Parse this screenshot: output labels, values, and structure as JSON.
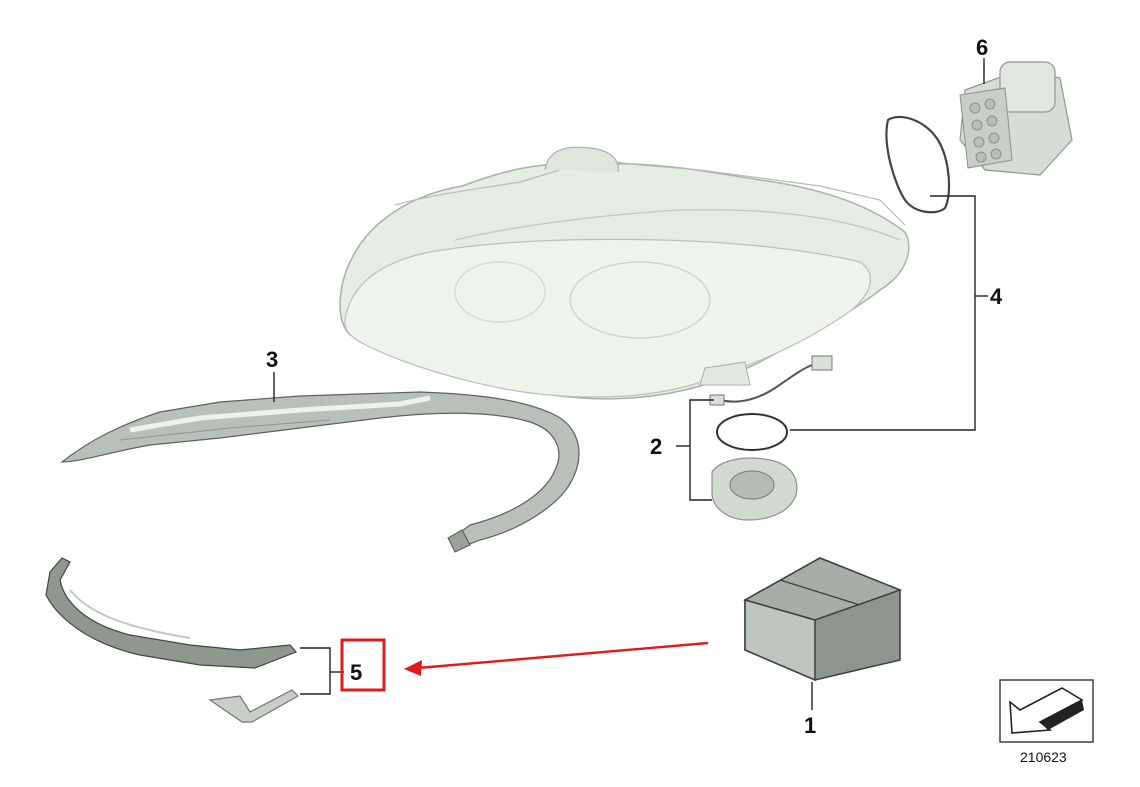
{
  "diagram": {
    "callouts": {
      "c1": "1",
      "c2": "2",
      "c3": "3",
      "c4": "4",
      "c5": "5",
      "c6": "6"
    },
    "reference_number": "210623",
    "highlight_color": "#e01b1b",
    "part_fill_light": "#e6eee4",
    "part_stroke": "#9aa39a"
  }
}
